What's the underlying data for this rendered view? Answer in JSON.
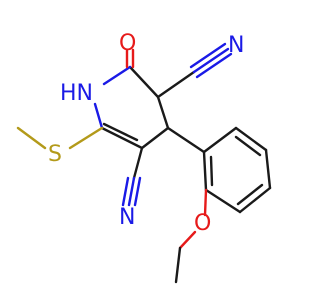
{
  "molecule": {
    "atom_labels": {
      "o_carbonyl": "O",
      "n_ring": "HN",
      "n_nitrile_top": "N",
      "n_nitrile_bottom": "N",
      "s_thioether": "S",
      "o_ether": "O"
    },
    "colors": {
      "carbon": "#1a1a1a",
      "nitrogen": "#1a1ae6",
      "oxygen": "#e61a1a",
      "sulfur": "#b39a1a"
    }
  }
}
